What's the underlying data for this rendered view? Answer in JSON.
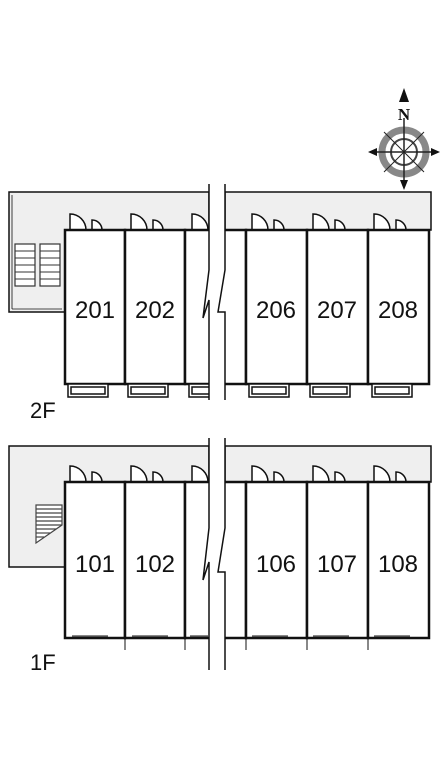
{
  "compass": {
    "north_label": "N",
    "icon": "compass-rose-icon"
  },
  "floors": [
    {
      "label": "2F",
      "stair_icon": "straight-stair-icon",
      "units": [
        {
          "number": "201"
        },
        {
          "number": "202"
        },
        {
          "number": ""
        },
        {
          "number": "206"
        },
        {
          "number": "207"
        },
        {
          "number": "208"
        }
      ]
    },
    {
      "label": "1F",
      "stair_icon": "turning-stair-icon",
      "units": [
        {
          "number": "101"
        },
        {
          "number": "102"
        },
        {
          "number": ""
        },
        {
          "number": "106"
        },
        {
          "number": "107"
        },
        {
          "number": "108"
        }
      ]
    }
  ],
  "colors": {
    "corridor": "#efefef",
    "wall": "#111111",
    "stair": "#444444"
  }
}
